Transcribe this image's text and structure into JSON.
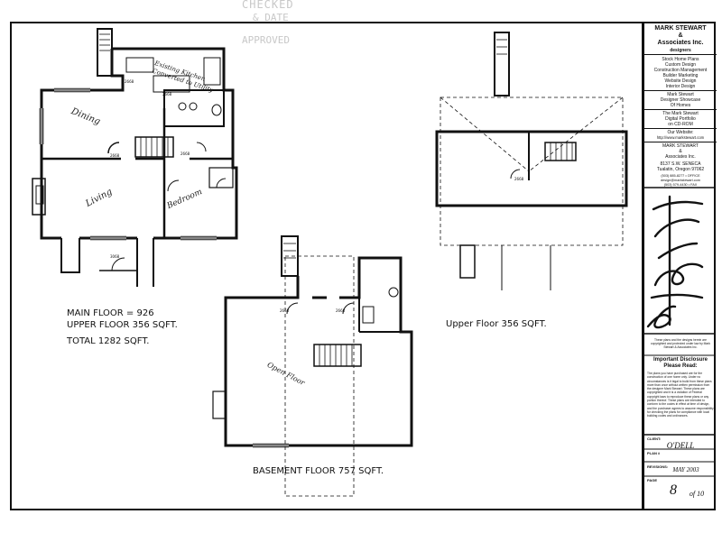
{
  "stamps": {
    "line1": "CHECKED",
    "line2": "& DATE",
    "line3": "APPROVED"
  },
  "plans": {
    "main_floor_handwritten": {
      "kitchen": "Existing Kitchen Converted to Utility",
      "dining": "Dining",
      "living": "Living",
      "bedroom": "Bedroom"
    },
    "basement_handwritten": "Open Floor",
    "captions": {
      "main_floor": "MAIN FLOOR =  926",
      "upper_floor_total": "UPPER FLOOR  356 SQFT.",
      "total": "TOTAL  1282 SQFT.",
      "upper_floor": "Upper Floor  356 SQFT.",
      "basement_floor": "BASEMENT FLOOR  757 SQFT."
    },
    "door_tags": [
      "2668",
      "2668",
      "2668",
      "2668",
      "2668",
      "2668",
      "2668",
      "3068"
    ]
  },
  "title_block": {
    "company": {
      "name_line1": "MARK STEWART",
      "name_line2": "&",
      "name_line3": "Associates Inc.",
      "tagline": "designers"
    },
    "services": [
      "Stock Home Plans",
      "Custom Design",
      "Construction Management",
      "Builder Marketing",
      "Website Design",
      "Interior Design"
    ],
    "showcase": [
      "Mark Stewart",
      "Designer Showcase",
      "Of Homes"
    ],
    "portfolio": [
      "The Mark Stewart",
      "Digital Portfolio",
      "on CD-ROM"
    ],
    "website": {
      "label": "Our Website:",
      "url": "http://www.markstewart.com"
    },
    "address": {
      "name_line1": "MARK STEWART",
      "name_line2": "&",
      "name_line3": "Associates Inc.",
      "street": "8137 S.W. SENECA",
      "city": "Tualatin,  Oregon  97062",
      "phone": "(503) 885-8277  •  OFFICE",
      "email": "design@markstewart.com",
      "fax": "(503) 579-4430  •  FAX"
    },
    "notice_small": "These plans and the designs herein are copyrighted and protected under law by Mark Stewart & Associates Inc.",
    "disclosure": {
      "heading_line1": "Important Disclosure",
      "heading_line2": "Please Read:",
      "body": "The plans you have purchased are for the construction of one home only. Under no circumstances is it legal to build from these plans more than once without written permission from the designer Mark Stewart. These plans are copyrighted and it is a violation of Federal copyright laws to reproduce these plans or any portion thereof. These plans are intended to conform to the codes in effect at time of design, and the purchaser agrees to assume responsibility for checking the plans for compliance with local building codes and ordinances."
    },
    "fields": {
      "client_label": "CLIENT:",
      "client_value": "O'DELL",
      "plan_label": "PLAN #",
      "plan_value": "",
      "revisions_label": "REVISIONS:",
      "revisions_value": "MAY 2003",
      "page_label": "PAGE",
      "page_value": "8",
      "page_of": "of 10"
    }
  }
}
